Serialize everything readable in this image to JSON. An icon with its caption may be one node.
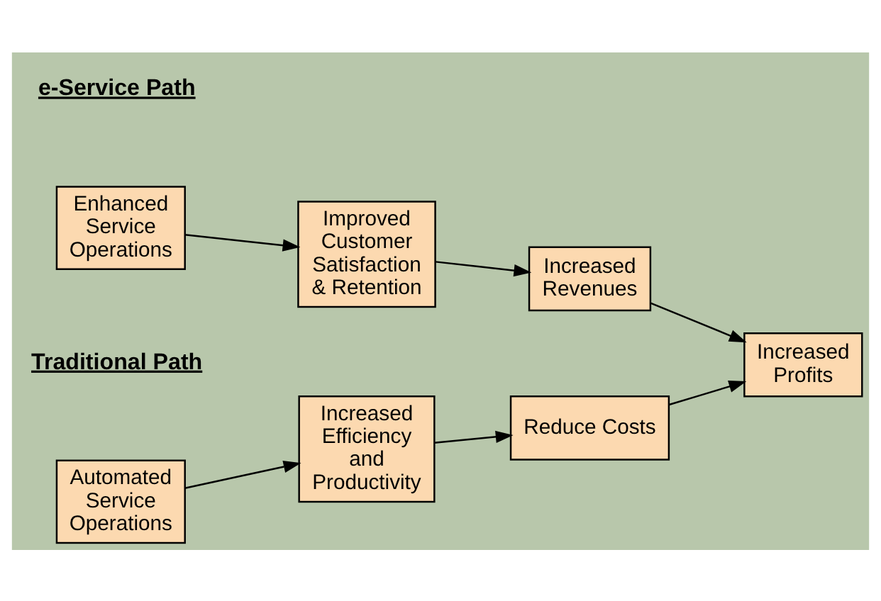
{
  "diagram": {
    "nodes": [
      {
        "text": [
          "Automated Service Operations"
        ]
      },
      {
        "text": [
          "Increased Efficiency and Productivity"
        ]
      },
      {
        "text": [
          "Reduce Costs"
        ]
      },
      {
        "text": [
          "Increased Profits"
        ]
      },
      {
        "text": [
          "Enhanced Service Operations"
        ]
      },
      {
        "text": [
          "Improved Customer Satisfaction & Retention"
        ]
      },
      {
        "text": [
          "Increased Revenues"
        ]
      }
    ],
    "edges": [
      {
        "from": 0,
        "to": 1,
        "arrow": "to"
      },
      {
        "from": 1,
        "to": 2,
        "arrow": "to"
      },
      {
        "from": 2,
        "to": 3,
        "arrow": "to"
      },
      {
        "from": 4,
        "to": 5,
        "arrow": "to"
      },
      {
        "from": 5,
        "to": 6,
        "arrow": "to"
      },
      {
        "from": 6,
        "to": 3,
        "arrow": "to"
      }
    ],
    "labels": [
      "Traditional Path",
      "e-Service Path"
    ]
  }
}
